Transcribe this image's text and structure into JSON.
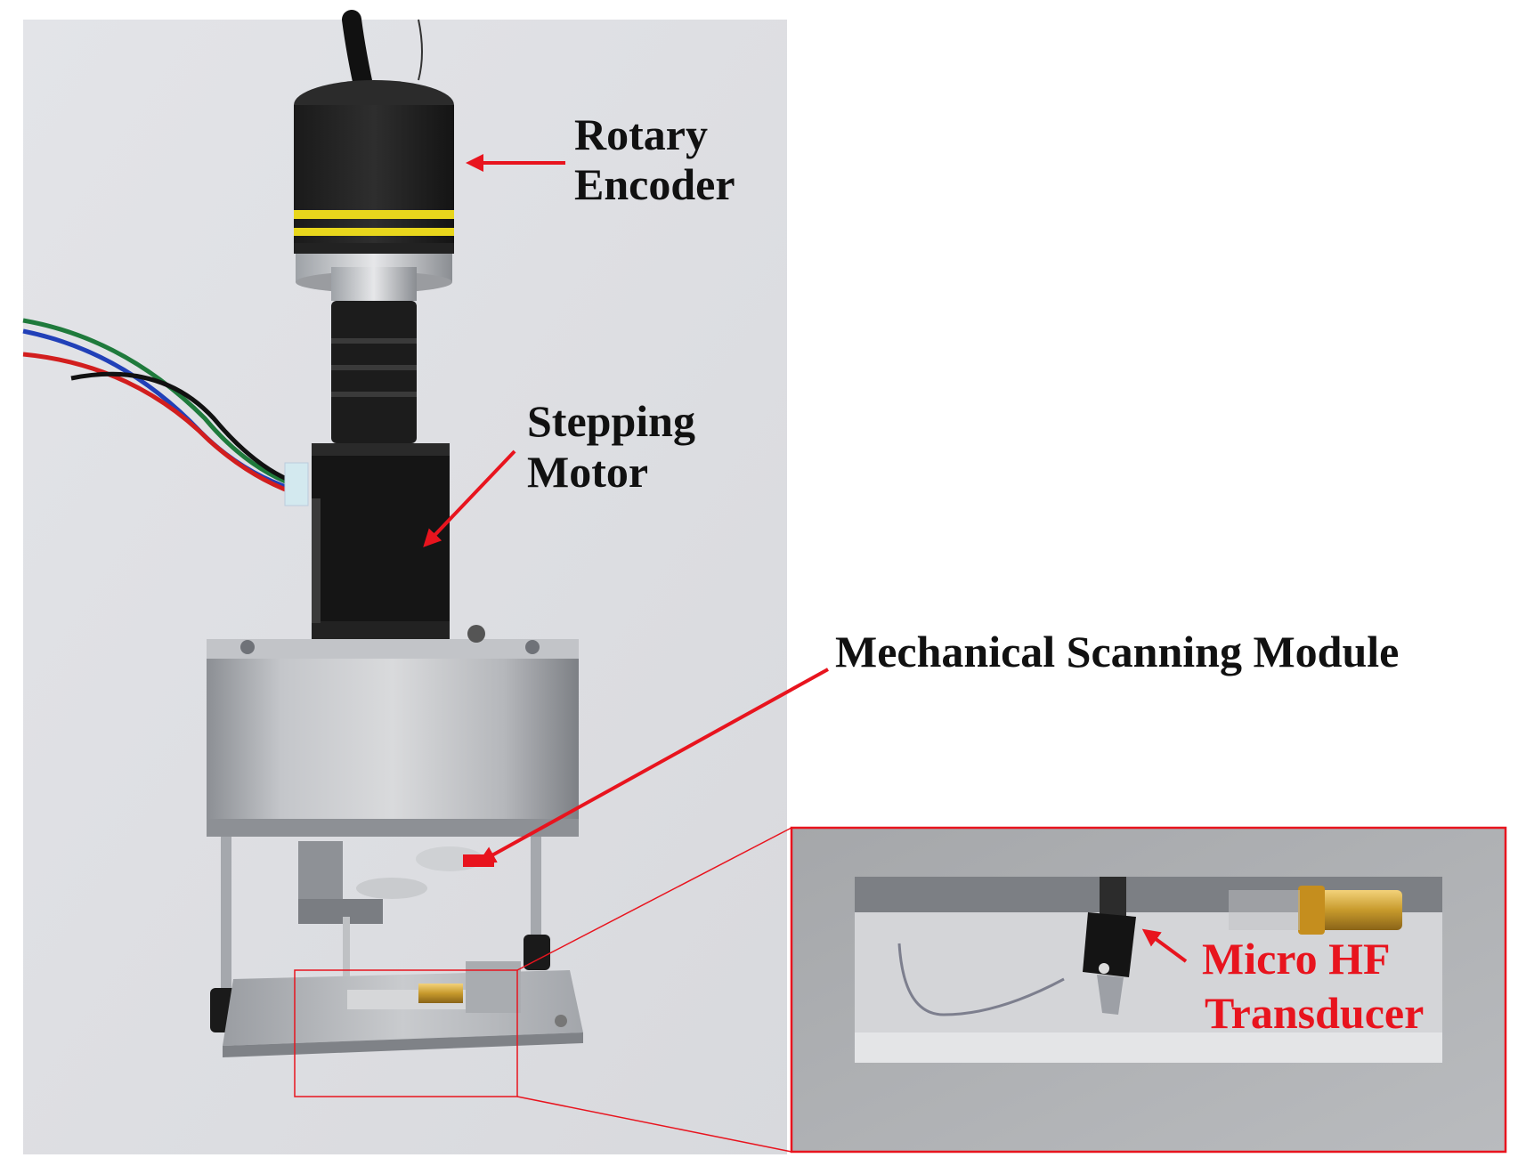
{
  "labels": {
    "rotary_encoder_line1": "Rotary",
    "rotary_encoder_line2": "Encoder",
    "stepping_motor_line1": "Stepping",
    "stepping_motor_line2": "Motor",
    "mechanical_scanning_module": "Mechanical Scanning Module",
    "micro_hf_line1": "Micro  HF",
    "micro_hf_line2": "Transducer"
  },
  "colors": {
    "annotation_red": "#e8141e",
    "label_text": "#111111",
    "background": "#ffffff",
    "photo_background": "#e6e7ea"
  },
  "icons": [
    "arrow-icon"
  ]
}
